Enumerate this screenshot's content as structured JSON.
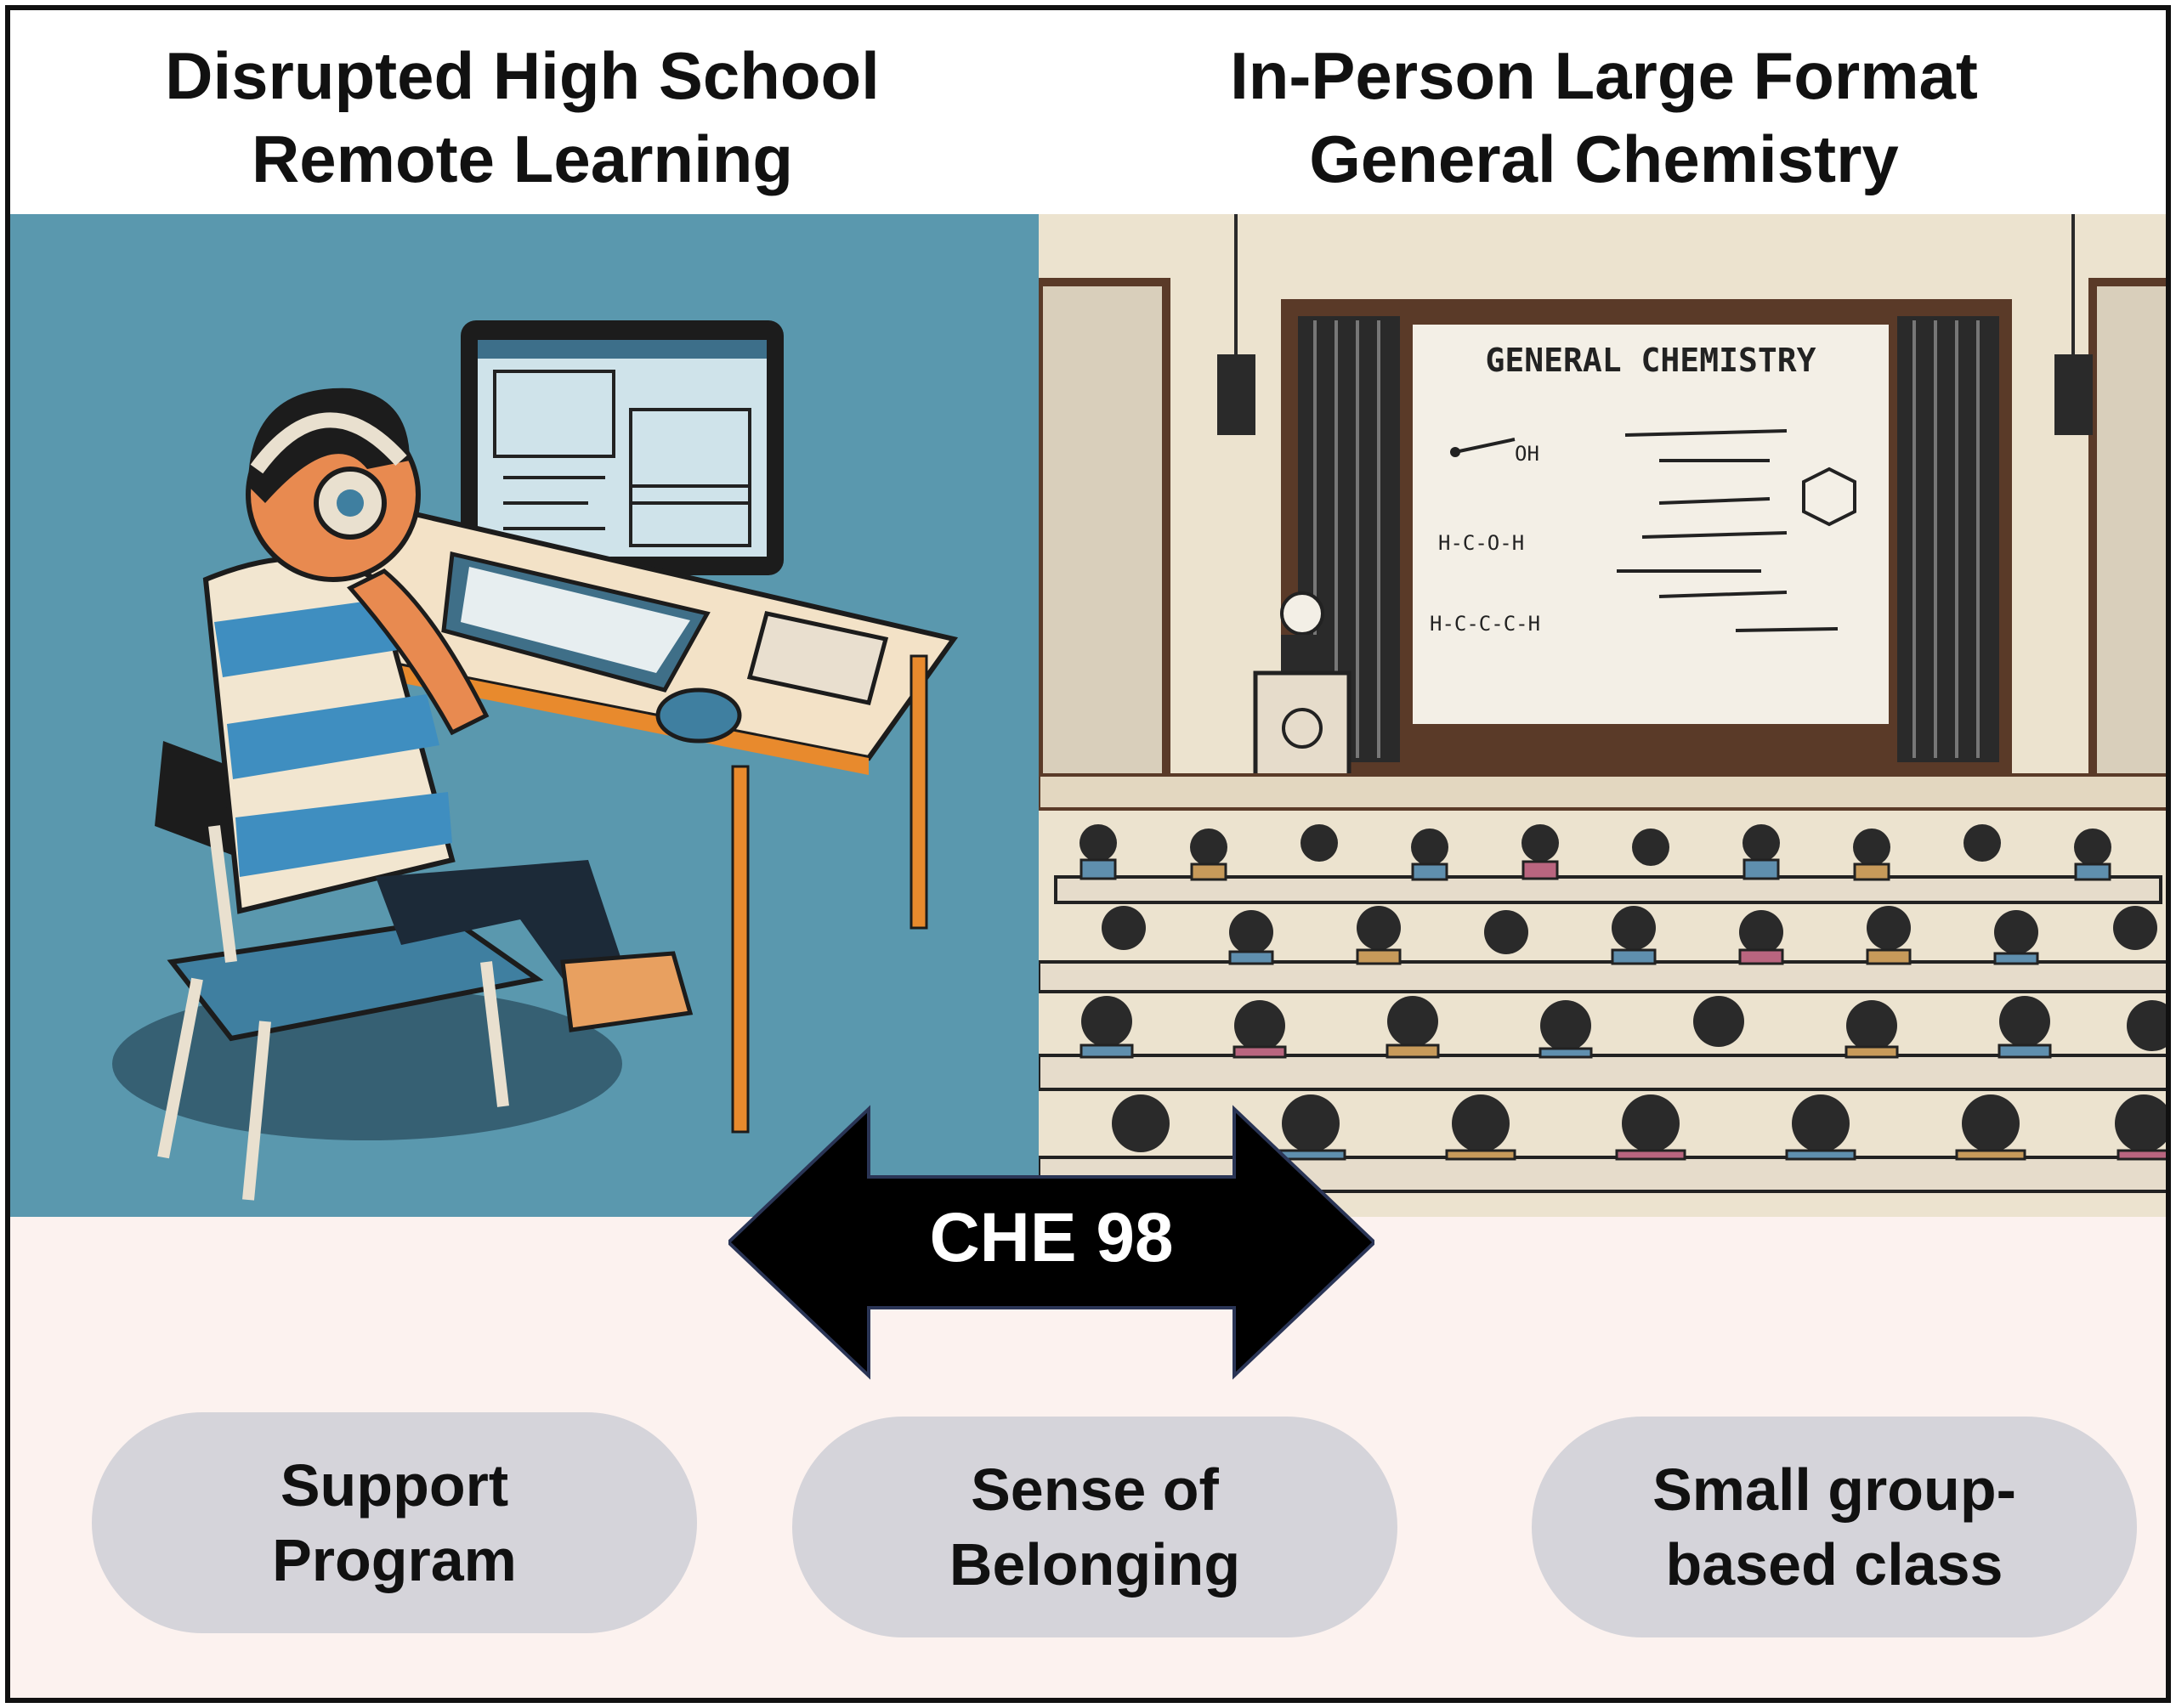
{
  "headings": {
    "left": [
      "Disrupted High School",
      "Remote Learning"
    ],
    "right": [
      "In-Person Large Format",
      "General Chemistry"
    ]
  },
  "board_title": "GENERAL CHEMISTRY",
  "formulas": [
    "H-C-O-H",
    "H-C-C-C-H",
    "OH"
  ],
  "center_arrow": {
    "label": "CHE 98"
  },
  "pills": {
    "support": [
      "Support",
      "Program"
    ],
    "belonging": [
      "Sense of",
      "Belonging"
    ],
    "small_group": [
      "Small group-",
      "based class"
    ]
  },
  "colors": {
    "left_panel": "#5a98ae",
    "right_panel": "#ece3cf",
    "bottom_panel": "#fcf2ef",
    "pill": "#d5d4da",
    "arrow": "#000000"
  }
}
